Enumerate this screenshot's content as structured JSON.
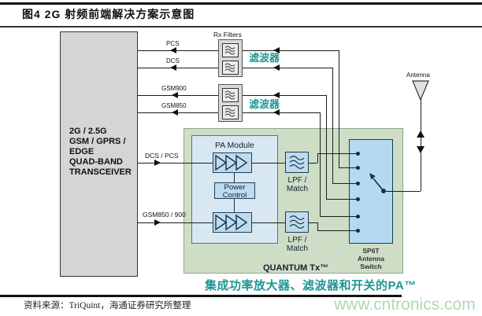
{
  "figure": {
    "title": "图4  2G 射频前端解决方案示意图",
    "caption": "集成功率放大器、滤波器和开关的PA™",
    "source": "资料来源：TriQuint，海通证券研究所整理",
    "watermark": "www.cntronics.com"
  },
  "transceiver": {
    "lines": [
      "2G / 2.5G",
      "GSM / GPRS /",
      "EDGE",
      "QUAD-BAND",
      "TRANSCEIVER"
    ]
  },
  "rx": {
    "filters_label": "Rx Filters",
    "filter_cn_top": "滤波器",
    "filter_cn_bottom": "滤波器",
    "port_labels": [
      "PCS",
      "DCS",
      "GSM900",
      "GSM850"
    ]
  },
  "tx": {
    "input1": "DCS / PCS",
    "input2": "GSM850 / 900",
    "pa_module": "PA Module",
    "power_control_line1": "Power",
    "power_control_line2": "Control",
    "lpf1_line1": "LPF /",
    "lpf1_line2": "Match",
    "lpf2_line1": "LPF /",
    "lpf2_line2": "Match",
    "quantum_label": "QUANTUM Tx™"
  },
  "switch": {
    "line1": "SP6T",
    "line2": "Antenna",
    "line3": "Switch"
  },
  "antenna": {
    "label": "Antenna"
  },
  "icons": {
    "filter_wave_icon": "three wavy lines",
    "amplifier_icon": "three cascaded triangles",
    "antenna_icon": "inverted triangle",
    "switch_arm_icon": "pole arm with arrow"
  },
  "colors": {
    "accent_teal": "#1f9595",
    "quantum_green": "#cedec6",
    "module_blue": "#bedced",
    "pa_container_blue": "#d8e8f2",
    "switch_blue": "#b5d9f0",
    "transceiver_gray": "#d5d5d5",
    "watermark_green": "#b3d7b3",
    "line_black": "#1c1c1c"
  }
}
